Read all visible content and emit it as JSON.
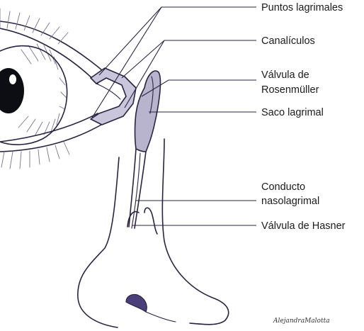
{
  "labels": {
    "puntos": "Puntos lagrimales",
    "canaliculos": "Canalículos",
    "rosenmuller_1": "Válvula de",
    "rosenmuller_2": "Rosenmüller",
    "saco": "Saco lagrimal",
    "conducto_1": "Conducto",
    "conducto_2": "nasolagrimal",
    "hasner": "Válvula de Hasner"
  },
  "signature": "AlejandraMalotta",
  "colors": {
    "ink": "#2a2340",
    "lacrimal_fill": "#c9c5da",
    "sac_fill": "#b9b4cd",
    "iris_shade": "#8e89a8",
    "nostril": "#4b3f7a"
  }
}
